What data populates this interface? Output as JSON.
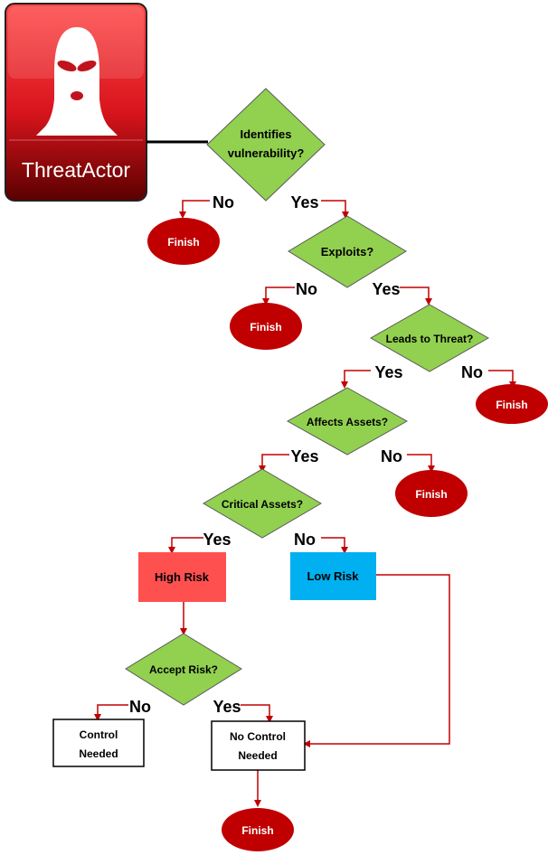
{
  "threat_actor": {
    "label": "ThreatActor"
  },
  "decisions": {
    "identifies": {
      "line1": "Identifies",
      "line2": "vulnerability?"
    },
    "exploits": "Exploits?",
    "leads": "Leads to Threat?",
    "affects": "Affects Assets?",
    "critical": "Critical Assets?",
    "accept": "Accept Risk?"
  },
  "branches": {
    "yes": "Yes",
    "no": "No"
  },
  "terminals": {
    "finish": "Finish"
  },
  "outcomes": {
    "high_risk": "High Risk",
    "low_risk": "Low Risk",
    "control_needed": {
      "line1": "Control",
      "line2": "Needed"
    },
    "no_control_needed": {
      "line1": "No Control",
      "line2": "Needed"
    }
  },
  "colors": {
    "decision_fill": "#92d050",
    "finish_fill": "#c00000",
    "high_risk_fill": "#ff5050",
    "low_risk_fill": "#00b0f0",
    "arrow": "#c00000",
    "actor_red": "#c0141c"
  }
}
